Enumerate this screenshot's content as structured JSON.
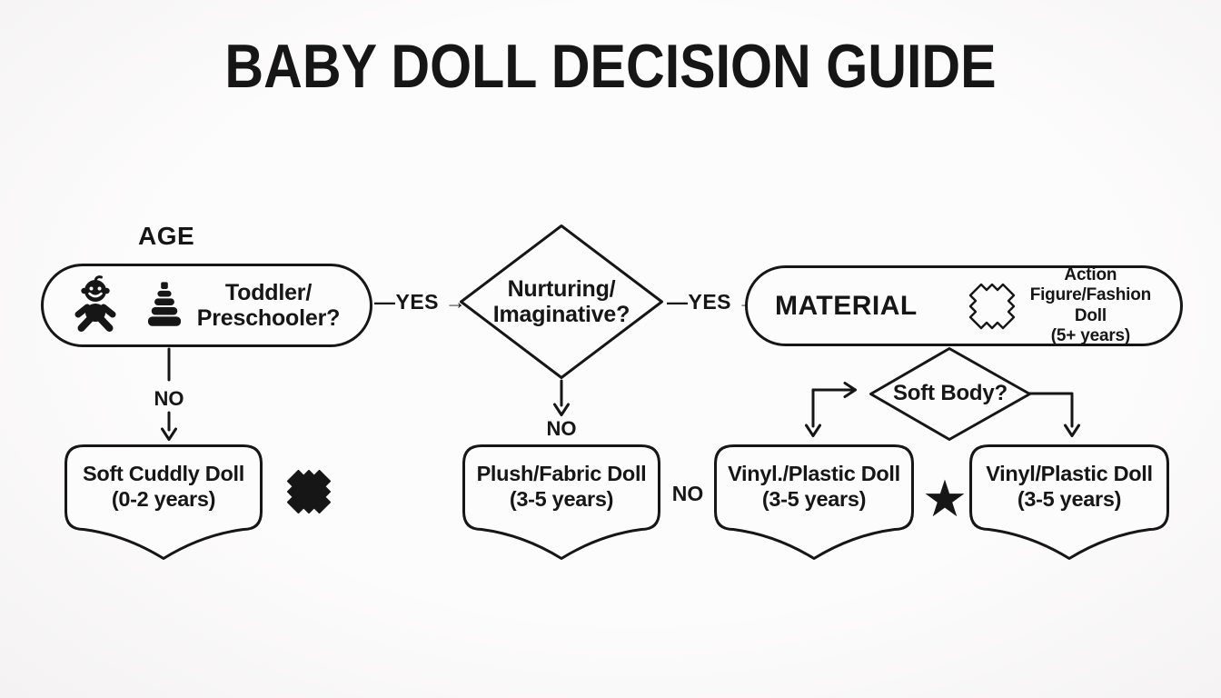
{
  "colors": {
    "ink": "#161616",
    "background": "#fcfbfb"
  },
  "title": "BABY DOLL DECISION GUIDE",
  "flow": {
    "age_section_label": "AGE",
    "toddler_question": {
      "line1": "Toddler/",
      "line2": "Preschooler?"
    },
    "nurturing_question": {
      "line1": "Nurturing/",
      "line2": "Imaginative?"
    },
    "material_section": {
      "label": "MATERIAL",
      "result_line1": "Action Figure/Fashion Doll",
      "result_line2": "(5+ years)"
    },
    "soft_body_question": "Soft Body?",
    "results": {
      "soft_cuddly": {
        "line1": "Soft Cuddly Doll",
        "line2": "(0-2 years)"
      },
      "plush_fabric": {
        "line1": "Plush/Fabric Doll",
        "line2": "(3-5 years)"
      },
      "vinyl_left": {
        "line1": "Vinyl./Plastic Doll",
        "line2": "(3-5 years)"
      },
      "vinyl_right": {
        "line1": "Vinyl/Plastic Doll",
        "line2": "(3-5 years)"
      }
    },
    "edge_labels": {
      "yes_age_to_nurturing": "—YES →",
      "yes_nurturing_to_material": "—YES →",
      "no_age": "NO",
      "no_nurturing": "NO",
      "no_soft_body": "NO"
    }
  },
  "icons": {
    "star_glyph": "★"
  }
}
